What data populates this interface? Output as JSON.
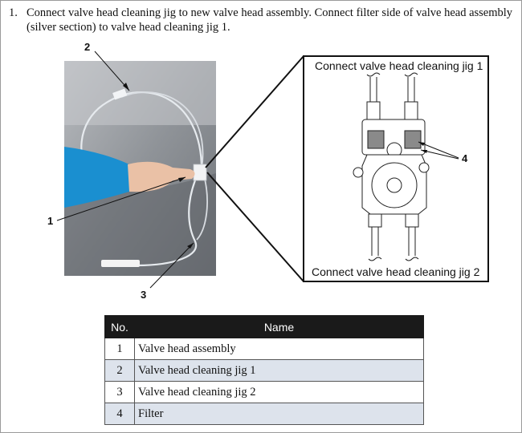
{
  "step": {
    "number": "1.",
    "text": "Connect valve head cleaning jig to new valve head assembly. Connect filter side of valve head assembly (silver section) to valve head cleaning jig 1."
  },
  "figure": {
    "callout_1": "1",
    "callout_2": "2",
    "callout_3": "3",
    "callout_4": "4",
    "inset_top_label": "Connect valve head cleaning jig 1",
    "inset_bottom_label": "Connect valve head cleaning jig 2"
  },
  "table": {
    "headers": [
      "No.",
      "Name"
    ],
    "rows": [
      {
        "no": "1",
        "name": "Valve head assembly"
      },
      {
        "no": "2",
        "name": "Valve head cleaning jig 1"
      },
      {
        "no": "3",
        "name": "Valve head cleaning jig 2"
      },
      {
        "no": "4",
        "name": "Filter"
      }
    ]
  },
  "colors": {
    "table_header_bg": "#1a1a1a",
    "table_alt_row_bg": "#dde3ec",
    "sleeve_blue": "#1a8fd0"
  }
}
